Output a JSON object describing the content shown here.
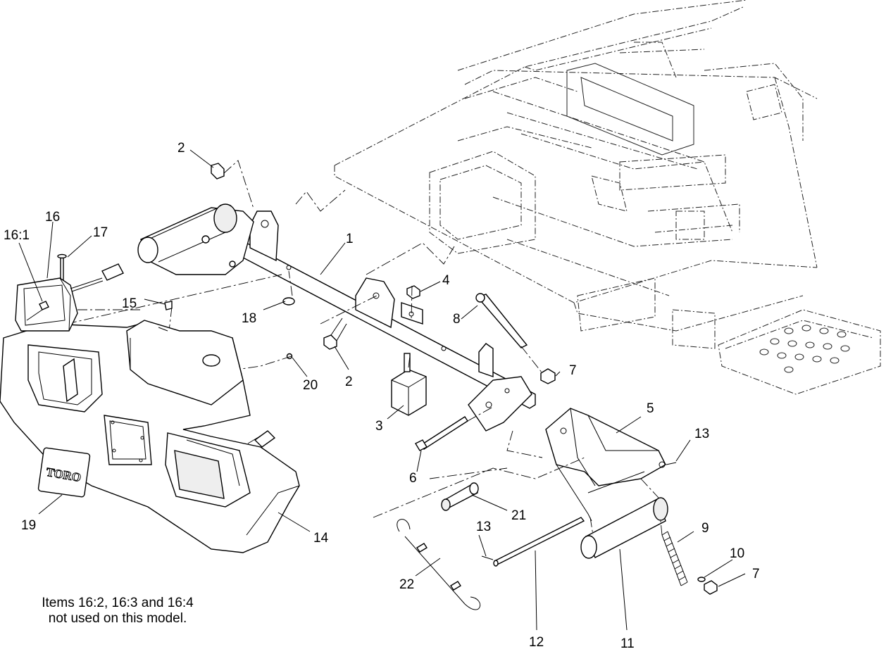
{
  "callouts": {
    "c1": "1",
    "c2a": "2",
    "c2b": "2",
    "c3": "3",
    "c4": "4",
    "c5": "5",
    "c6": "6",
    "c7a": "7",
    "c7b": "7",
    "c8": "8",
    "c9": "9",
    "c10": "10",
    "c11": "11",
    "c12": "12",
    "c13a": "13",
    "c13b": "13",
    "c14": "14",
    "c15": "15",
    "c16": "16",
    "c16_1": "16:1",
    "c17": "17",
    "c18": "18",
    "c19": "19",
    "c20": "20",
    "c21": "21",
    "c22": "22"
  },
  "logo_text": "TORO",
  "note": {
    "line1": "Items 16:2, 16:3 and 16:4",
    "line2": "not used on this model."
  }
}
